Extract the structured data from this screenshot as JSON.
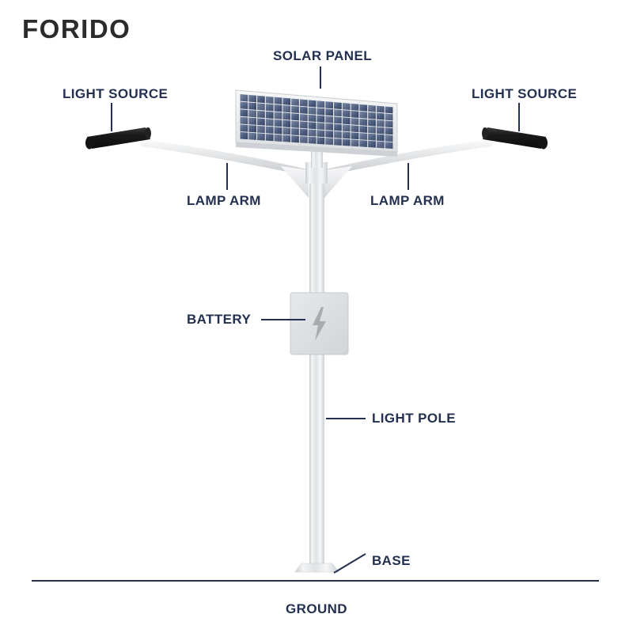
{
  "brand": {
    "name": "FORIDO"
  },
  "diagram": {
    "title": "Solar street light component diagram",
    "ground_label": "GROUND",
    "colors": {
      "label_text": "#23304f",
      "leader_line": "#23304f",
      "ground_line": "#23304f",
      "logo_text": "#2b2b2b",
      "pole_light": "#f2f3f4",
      "pole_mid": "#d9dbdd",
      "pole_shadow": "#c2c5c8",
      "panel_cell_dark": "#2f3f5e",
      "panel_cell_light": "#5d6f90",
      "panel_frame": "#e9ecef",
      "lamp_head": "#1c1c1c",
      "battery_box": "#dcdfe1",
      "bolt_icon": "#a9acaf"
    },
    "labels": [
      {
        "id": "solar-panel",
        "text": "SOLAR PANEL"
      },
      {
        "id": "light-source-left",
        "text": "LIGHT SOURCE"
      },
      {
        "id": "light-source-right",
        "text": "LIGHT SOURCE"
      },
      {
        "id": "lamp-arm-left",
        "text": "LAMP ARM"
      },
      {
        "id": "lamp-arm-right",
        "text": "LAMP ARM"
      },
      {
        "id": "battery",
        "text": "BATTERY"
      },
      {
        "id": "light-pole",
        "text": "LIGHT POLE"
      },
      {
        "id": "base",
        "text": "BASE"
      }
    ],
    "solar_panel": {
      "columns": 18,
      "rows": 6
    },
    "battery": {
      "icon": "lightning-bolt-icon"
    }
  }
}
